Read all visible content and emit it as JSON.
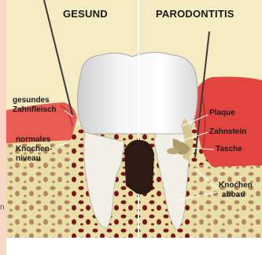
{
  "diagram": {
    "titles": {
      "left": "GESUND",
      "right": "PARODONTITIS"
    },
    "left_labels": {
      "healthy_gum_line1": "gesundes",
      "healthy_gum_line2": "Zahnfleisch",
      "normal_bone_line1": "normales",
      "normal_bone_line2": "Knochen-",
      "normal_bone_line3": "niveau"
    },
    "right_labels": {
      "plaque": "Plaque",
      "tartar": "Zahnstein",
      "pocket": "Tasche",
      "bone_loss_line1": "Knochen",
      "bone_loss_line2": "abbau"
    },
    "edge_fragment": "n"
  },
  "colors": {
    "background": "#f5ecc4",
    "gum": "#e85a52",
    "bone": "#e8dfa6",
    "marrow": "#7a1420",
    "tooth": "#eeeeee",
    "text": "#1a1a1a"
  }
}
